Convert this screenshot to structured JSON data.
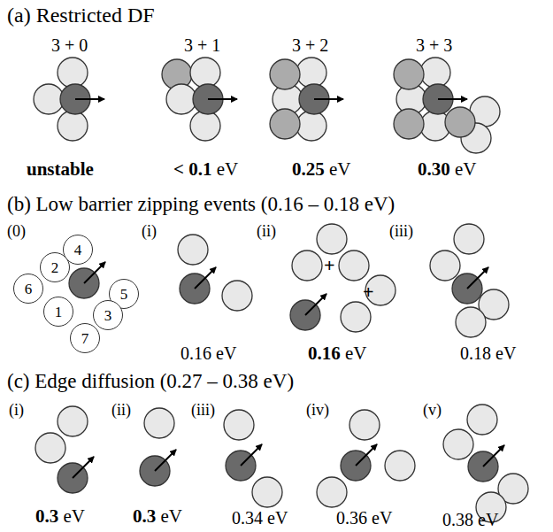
{
  "diagram": {
    "nodes": [
      {
        "text": [
          "4"
        ]
      },
      {
        "text": [
          "2"
        ]
      },
      {
        "text": [
          "6"
        ]
      },
      {
        "text": [
          "5"
        ]
      },
      {
        "text": [
          "1"
        ]
      },
      {
        "text": [
          "3"
        ]
      },
      {
        "text": [
          "7"
        ]
      }
    ],
    "labels": [
      "(a) Restricted DF",
      "3 + 0",
      "3 + 1",
      "3 + 2",
      "3 + 3",
      "unstable",
      "< 0.1",
      "eV",
      "0.25",
      "eV",
      "0.30",
      "eV",
      "(b) Low barrier zipping events (0.16 – 0.18 eV)",
      "(0)",
      "(i)",
      "0.16 eV",
      "(ii)",
      "+",
      "+",
      "0.16",
      "eV",
      "(iii)",
      "0.18 eV",
      "(c) Edge diffusion (0.27 – 0.38 eV)",
      "(i)",
      "(ii)",
      "(iii)",
      "(iv)",
      "(v)",
      "0.3",
      "eV",
      "0.3",
      "eV",
      "0.34 eV",
      "0.36 eV",
      "0.38 eV"
    ]
  }
}
